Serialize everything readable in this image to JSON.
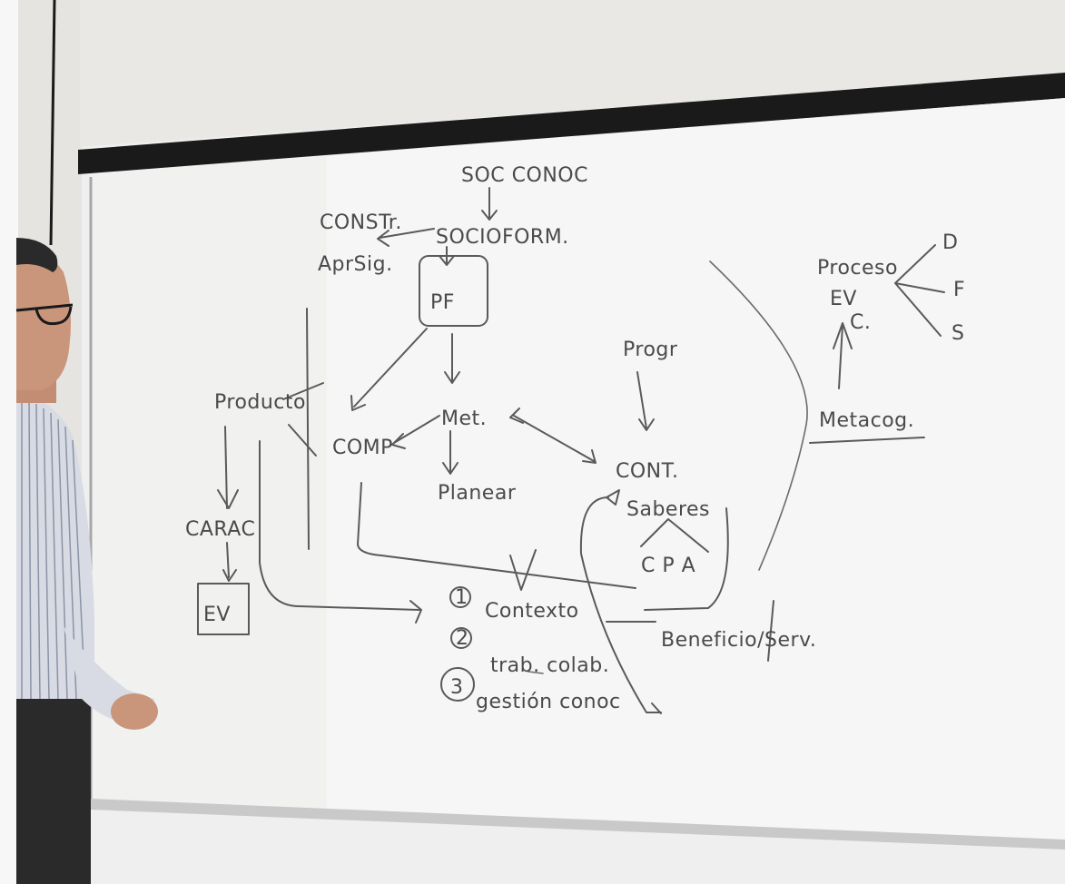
{
  "whiteboard": {
    "top_label": "SOC CONOC",
    "center_node": "SOCIOFORM.",
    "left_top_1": "CONSTr.",
    "left_top_2": "AprSig.",
    "box_pf": "PF",
    "middle_node": "Met.",
    "left_node": "COMP",
    "bottom_middle": "Planear",
    "left_product": "Producto",
    "left_charac": "CARAC",
    "box_ev": "EV",
    "right_top": "Progr",
    "right_cont": "CONT.",
    "right_saberes": "Saberes",
    "right_cpa": "C P A",
    "far_right_proceso": "Proceso",
    "far_right_ev": "EV",
    "far_right_c": "C.",
    "far_right_metacog": "Metacog.",
    "far_right_d": "D",
    "far_right_f": "F",
    "far_right_s": "S",
    "bottom_list_1_num": "1",
    "bottom_list_1": "Contexto",
    "bottom_list_2_num": "2",
    "bottom_list_2": "trab. colab.",
    "bottom_list_3_num": "3",
    "bottom_list_3": "gestión conoc",
    "beneficio": "Beneficio/Serv."
  },
  "colors": {
    "wall": "#efefef",
    "board": "#f6f6f6",
    "frame": "#1a1a1a",
    "ink": "#4a4a4a",
    "shirt": "#cfd3dc",
    "pants": "#2a2a2a",
    "skin": "#c9967b",
    "hair": "#2a2a2a"
  }
}
